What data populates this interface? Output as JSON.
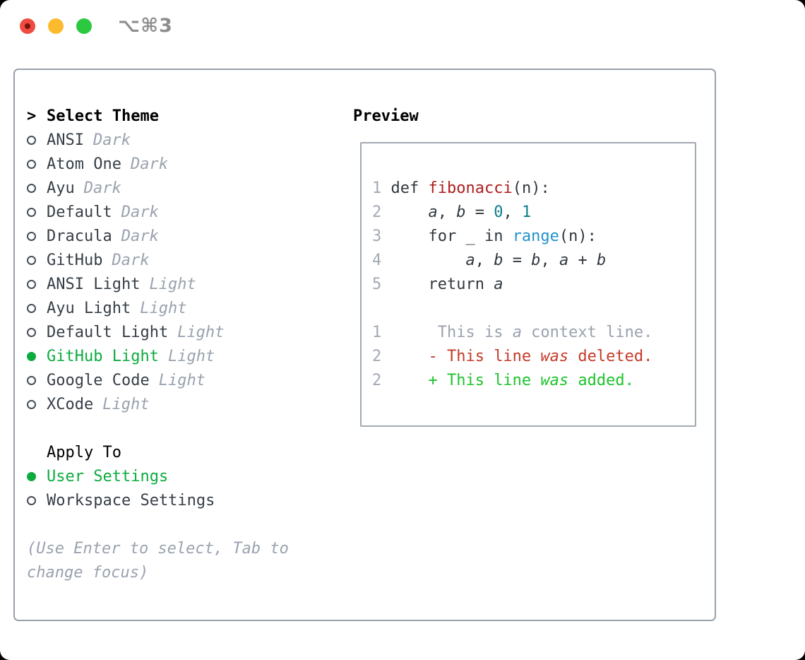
{
  "window": {
    "title": "⌥⌘3",
    "traffic_lights": [
      "close",
      "minimize",
      "zoom"
    ]
  },
  "colors": {
    "selection_green": "#0cab3f",
    "added_green": "#1dc32b",
    "deleted_red": "#c43a28",
    "function_red": "#b01b1b",
    "literal_teal": "#0d7d8a",
    "builtin_blue": "#2191cc",
    "muted_gray": "#9aa2ae",
    "text_dark": "#373e47",
    "panel_border": "#99a1ab"
  },
  "theme_panel": {
    "header": {
      "marker": ">",
      "label": "Select Theme"
    },
    "themes": [
      {
        "name": "ANSI",
        "variant": "Dark",
        "selected": false
      },
      {
        "name": "Atom One",
        "variant": "Dark",
        "selected": false
      },
      {
        "name": "Ayu",
        "variant": "Dark",
        "selected": false
      },
      {
        "name": "Default",
        "variant": "Dark",
        "selected": false
      },
      {
        "name": "Dracula",
        "variant": "Dark",
        "selected": false
      },
      {
        "name": "GitHub",
        "variant": "Dark",
        "selected": false
      },
      {
        "name": "ANSI Light",
        "variant": "Light",
        "selected": false
      },
      {
        "name": "Ayu Light",
        "variant": "Light",
        "selected": false
      },
      {
        "name": "Default Light",
        "variant": "Light",
        "selected": false
      },
      {
        "name": "GitHub Light",
        "variant": "Light",
        "selected": true
      },
      {
        "name": "Google Code",
        "variant": "Light",
        "selected": false
      },
      {
        "name": "XCode",
        "variant": "Light",
        "selected": false
      }
    ],
    "apply_to": {
      "label": "Apply To",
      "options": [
        {
          "name": "User Settings",
          "selected": true
        },
        {
          "name": "Workspace Settings",
          "selected": false
        }
      ]
    },
    "hint_lines": [
      "(Use Enter to select, Tab to",
      "change focus)"
    ]
  },
  "preview": {
    "title": "Preview",
    "lines": [
      {
        "num": "1",
        "tokens": [
          [
            " def ",
            "plain"
          ],
          [
            "fibonacci",
            "func"
          ],
          [
            "(n):",
            "plain"
          ]
        ]
      },
      {
        "num": "2",
        "tokens": [
          [
            "     ",
            "plain"
          ],
          [
            "a",
            "var"
          ],
          [
            ", ",
            "plain"
          ],
          [
            "b",
            "var"
          ],
          [
            " = ",
            "plain"
          ],
          [
            "0",
            "lit"
          ],
          [
            ", ",
            "plain"
          ],
          [
            "1",
            "lit"
          ]
        ]
      },
      {
        "num": "3",
        "tokens": [
          [
            "     for _ in ",
            "plain"
          ],
          [
            "range",
            "builtin"
          ],
          [
            "(n):",
            "plain"
          ]
        ]
      },
      {
        "num": "4",
        "tokens": [
          [
            "         ",
            "plain"
          ],
          [
            "a",
            "var"
          ],
          [
            ", ",
            "plain"
          ],
          [
            "b",
            "var"
          ],
          [
            " = ",
            "plain"
          ],
          [
            "b",
            "var"
          ],
          [
            ", ",
            "plain"
          ],
          [
            "a",
            "var"
          ],
          [
            " + ",
            "plain"
          ],
          [
            "b",
            "var"
          ]
        ]
      },
      {
        "num": "5",
        "tokens": [
          [
            "     return ",
            "plain"
          ],
          [
            "a",
            "var"
          ]
        ]
      },
      {
        "num": "",
        "tokens": []
      },
      {
        "num": "1",
        "tokens": [
          [
            "      This is ",
            "ctx"
          ],
          [
            "a",
            "ctx-i"
          ],
          [
            " context line.",
            "ctx"
          ]
        ]
      },
      {
        "num": "2",
        "tokens": [
          [
            "     - This line ",
            "del"
          ],
          [
            "was",
            "del-i"
          ],
          [
            " deleted.",
            "del"
          ]
        ]
      },
      {
        "num": "2",
        "tokens": [
          [
            "     + This line ",
            "add"
          ],
          [
            "was",
            "add-i"
          ],
          [
            " added.",
            "add"
          ]
        ]
      }
    ]
  }
}
